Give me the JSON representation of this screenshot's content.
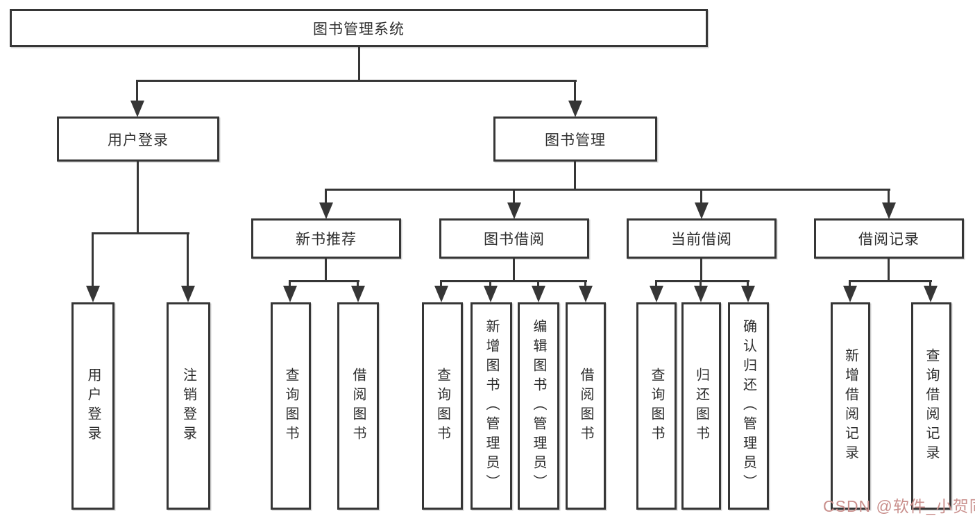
{
  "colors": {
    "line": "#363636",
    "watermark": "#c98f8c"
  },
  "watermark": {
    "text": "CSDN @软件_小贺同学"
  },
  "nodes": {
    "root": "图书管理系统",
    "user_login": "用户登录",
    "book_mgmt": "图书管理",
    "new_book_rec": "新书推荐",
    "book_borrow": "图书借阅",
    "cur_borrow": "当前借阅",
    "borrow_rec": "借阅记录",
    "leaf_user_login": "用户登录",
    "leaf_logout": "注销登录",
    "nb_query": "查询图书",
    "nb_borrow": "借阅图书",
    "bb_query": "查询图书",
    "bb_add": "新增图书（管理员）",
    "bb_edit": "编辑图书（管理员）",
    "bb_borrow": "借阅图书",
    "cb_query": "查询图书",
    "cb_return": "归还图书",
    "cb_confirm": "确认归还（管理员）",
    "br_add": "新增借阅记录",
    "br_query": "查询借阅记录"
  }
}
